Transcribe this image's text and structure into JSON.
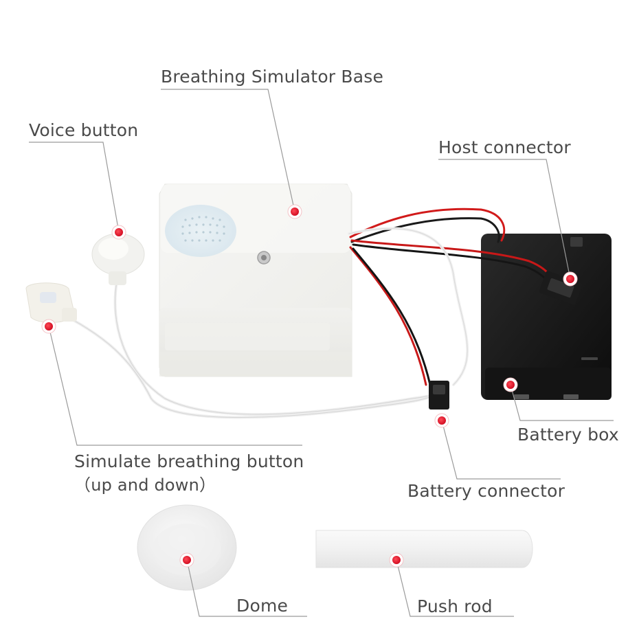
{
  "labels": {
    "breathing_base": "Breathing Simulator Base",
    "voice_button": "Voice button",
    "host_connector": "Host connector",
    "battery_box": "Battery box",
    "simulate_button_line1": "Simulate breathing button",
    "simulate_button_line2": "（up and down）",
    "battery_connector": "Battery connector",
    "dome": "Dome",
    "push_rod": "Push rod"
  },
  "colors": {
    "marker": "#e0142a",
    "leader_line": "#9a9a9a",
    "label_text": "#4a4a4a"
  }
}
